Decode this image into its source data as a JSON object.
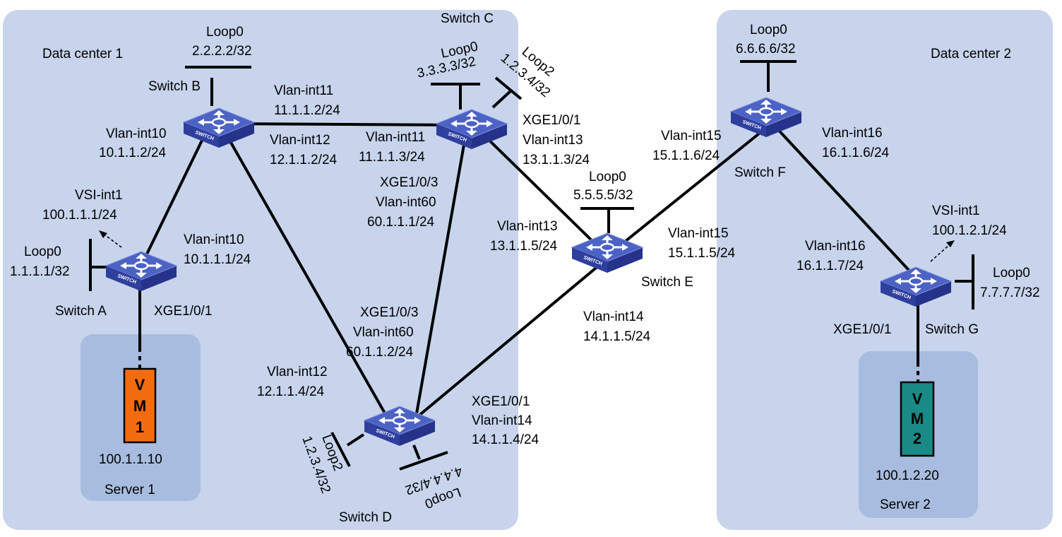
{
  "colors": {
    "datacenter_fill": "#c7d4ec",
    "server_fill": "#a8bcdf",
    "vm1_fill": "#f26c0f",
    "vm2_fill": "#1a8a86",
    "switch_top": "#4a5fbf",
    "switch_side": "#26338a",
    "link": "#000000"
  },
  "regions": {
    "dc1": "Data center 1",
    "dc2": "Data center 2",
    "server1": "Server 1",
    "server2": "Server 2"
  },
  "switches": {
    "a": {
      "name": "Switch A",
      "badge": "SWITCH"
    },
    "b": {
      "name": "Switch B",
      "badge": "SWITCH"
    },
    "c": {
      "name": "Switch C",
      "badge": "SWITCH"
    },
    "d": {
      "name": "Switch D",
      "badge": "SWITCH"
    },
    "e": {
      "name": "Switch E",
      "badge": "SWITCH"
    },
    "f": {
      "name": "Switch F",
      "badge": "SWITCH"
    },
    "g": {
      "name": "Switch G",
      "badge": "SWITCH"
    }
  },
  "vms": {
    "vm1": {
      "line1": "V",
      "line2": "M",
      "line3": "1",
      "ip": "100.1.1.10"
    },
    "vm2": {
      "line1": "V",
      "line2": "M",
      "line3": "2",
      "ip": "100.1.2.20"
    }
  },
  "labels": {
    "b_loop0_name": "Loop0",
    "b_loop0_ip": "2.2.2.2/32",
    "b_vlan10_name": "Vlan-int10",
    "b_vlan10_ip": "10.1.1.2/24",
    "b_vlan11_name": "Vlan-int11",
    "b_vlan11_ip": "11.1.1.2/24",
    "b_vlan12_name": "Vlan-int12",
    "b_vlan12_ip": "12.1.1.2/24",
    "a_vsi_name": "VSI-int1",
    "a_vsi_ip": "100.1.1.1/24",
    "a_loop0_name": "Loop0",
    "a_loop0_ip": "1.1.1.1/32",
    "a_vlan10_name": "Vlan-int10",
    "a_vlan10_ip": "10.1.1.1/24",
    "a_xge": "XGE1/0/1",
    "c_loop0_name": "Loop0",
    "c_loop0_ip": "3.3.3.3/32",
    "c_loop2_name": "Loop2",
    "c_loop2_ip": "1.2.3.4/32",
    "c_vlan11_name": "Vlan-int11",
    "c_vlan11_ip": "11.1.1.3/24",
    "c_xge1": "XGE1/0/1",
    "c_vlan13_name": "Vlan-int13",
    "c_vlan13_ip": "13.1.1.3/24",
    "c_xge3": "XGE1/0/3",
    "c_vlan60_name": "Vlan-int60",
    "c_vlan60_ip": "60.1.1.1/24",
    "d_xge3": "XGE1/0/3",
    "d_vlan60_name": "Vlan-int60",
    "d_vlan60_ip": "60.1.1.2/24",
    "d_vlan12_name": "Vlan-int12",
    "d_vlan12_ip": "12.1.1.4/24",
    "d_xge1": "XGE1/0/1",
    "d_vlan14_name": "Vlan-int14",
    "d_vlan14_ip": "14.1.1.4/24",
    "d_loop2_name": "Loop2",
    "d_loop2_ip": "1.2.3.4/32",
    "d_loop0_name": "Loop0",
    "d_loop0_ip": "4.4.4.4/32",
    "e_loop0_name": "Loop0",
    "e_loop0_ip": "5.5.5.5/32",
    "e_vlan13_name": "Vlan-int13",
    "e_vlan13_ip": "13.1.1.5/24",
    "e_vlan15_name": "Vlan-int15",
    "e_vlan15_ip": "15.1.1.5/24",
    "e_vlan14_name": "Vlan-int14",
    "e_vlan14_ip": "14.1.1.5/24",
    "f_loop0_name": "Loop0",
    "f_loop0_ip": "6.6.6.6/32",
    "f_vlan15_name": "Vlan-int15",
    "f_vlan15_ip": "15.1.1.6/24",
    "f_vlan16_name": "Vlan-int16",
    "f_vlan16_ip": "16.1.1.6/24",
    "g_vsi_name": "VSI-int1",
    "g_vsi_ip": "100.1.2.1/24",
    "g_vlan16_name": "Vlan-int16",
    "g_vlan16_ip": "16.1.1.7/24",
    "g_loop0_name": "Loop0",
    "g_loop0_ip": "7.7.7.7/32",
    "g_xge": "XGE1/0/1"
  }
}
